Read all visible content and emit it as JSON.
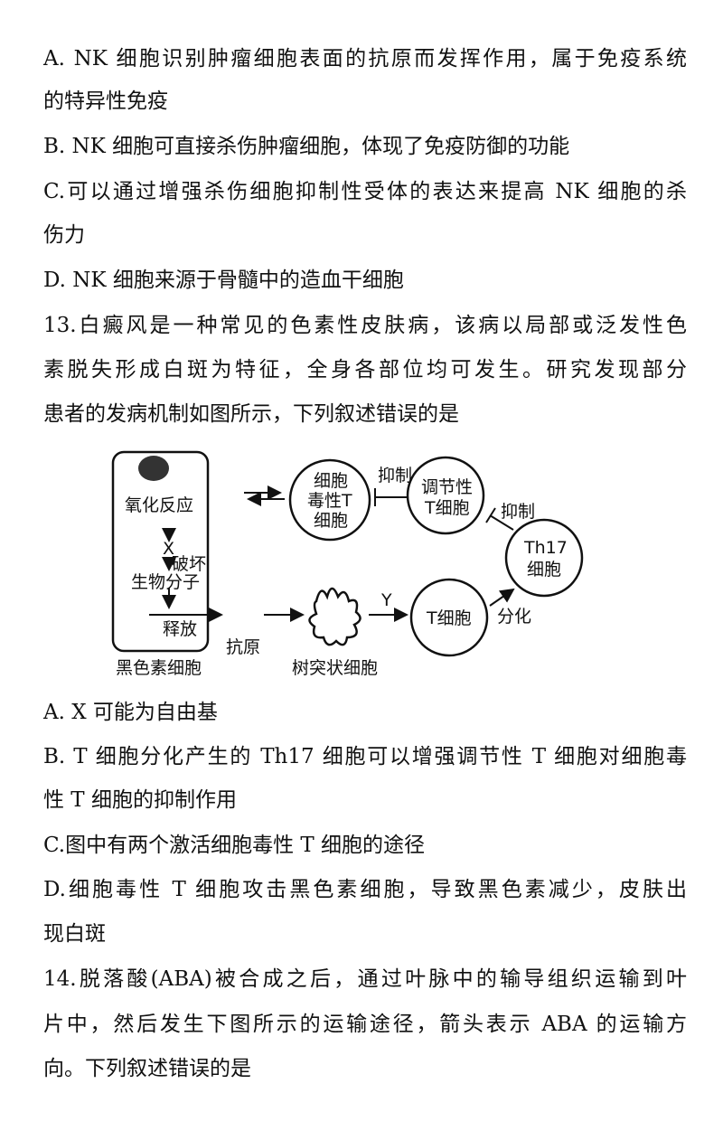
{
  "q12_options": {
    "A1": "A. NK 细胞识别肿瘤细胞表面的抗原而发挥作用，属于免疫系统",
    "A2": "的特异性免疫",
    "B": "B. NK 细胞可直接杀伤肿瘤细胞，体现了免疫防御的功能",
    "C1": "C.可以通过增强杀伤细胞抑制性受体的表达来提高 NK 细胞的杀",
    "C2": "伤力",
    "D": "D. NK 细胞来源于骨髓中的造血干细胞"
  },
  "q13": {
    "stem1": "13.白癜风是一种常见的色素性皮肤病，该病以局部或泛发性色",
    "stem2": "素脱失形成白斑为特征，全身各部位均可发生。研究发现部分",
    "stem3": "患者的发病机制如图所示，下列叙述错误的是",
    "diagram": {
      "oxidation": "氧化反应",
      "x": "X",
      "destroy": "破坏",
      "biomolecule": "生物分子",
      "release": "释放",
      "melanocyte": "黑色素细胞",
      "antigen": "抗原",
      "dendritic": "树突状细胞",
      "y": "Y",
      "ctl1": "细胞",
      "ctl2": "毒性T",
      "ctl3": "细胞",
      "inhibit1": "抑制",
      "treg1": "调节性",
      "treg2": "T细胞",
      "inhibit2": "抑制",
      "th17_1": "Th17",
      "th17_2": "细胞",
      "tcell": "T细胞",
      "differentiate": "分化"
    },
    "A": "A. X 可能为自由基",
    "B1": "B. T 细胞分化产生的 Th17 细胞可以增强调节性 T 细胞对细胞毒",
    "B2": "性 T 细胞的抑制作用",
    "C": "C.图中有两个激活细胞毒性 T 细胞的途径",
    "D1": "D.细胞毒性 T 细胞攻击黑色素细胞，导致黑色素减少，皮肤出",
    "D2": "现白斑"
  },
  "q14": {
    "stem1": "14.脱落酸(ABA)被合成之后，通过叶脉中的输导组织运输到叶",
    "stem2": "片中，然后发生下图所示的运输途径，箭头表示 ABA 的运输方",
    "stem3": "向。下列叙述错误的是"
  }
}
